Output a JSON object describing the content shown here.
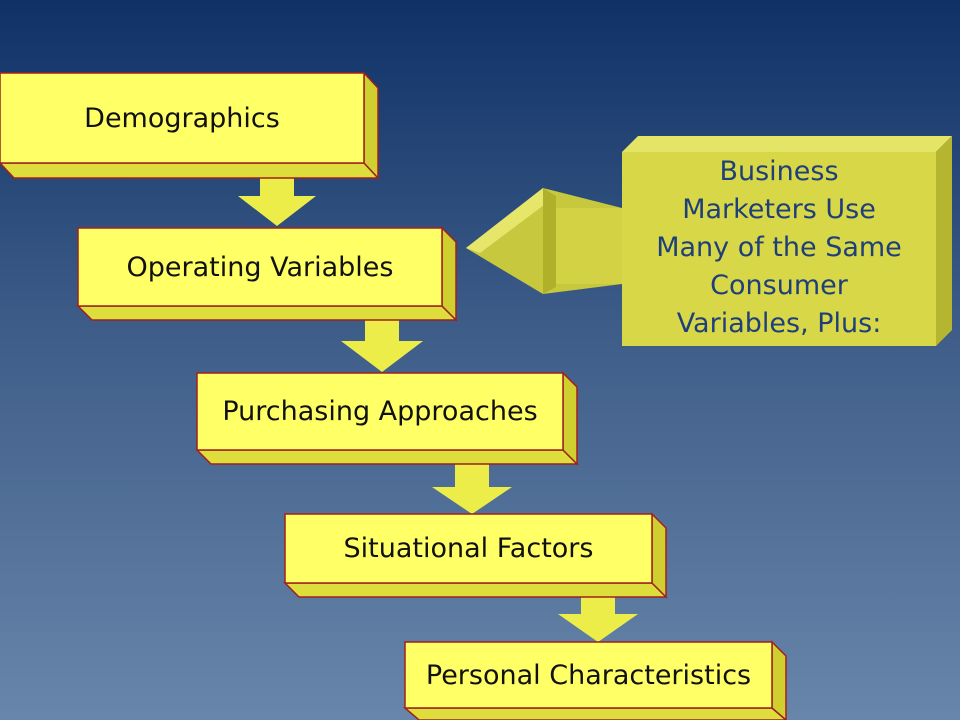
{
  "colors": {
    "box_face": "#ffff66",
    "box_side": "#dddd3c",
    "box_border": "#a02020",
    "arrow": "#eded4a",
    "callout_face": "#d7d748",
    "callout_side": "#b5b530",
    "callout_text": "#1f3f7a"
  },
  "steps": [
    {
      "label": "Demographics"
    },
    {
      "label": "Operating Variables"
    },
    {
      "label": "Purchasing Approaches"
    },
    {
      "label": "Situational Factors"
    },
    {
      "label": "Personal Characteristics"
    }
  ],
  "callout": {
    "lines": [
      "Business",
      "Marketers Use",
      "Many of the Same",
      "Consumer",
      "Variables, Plus:"
    ]
  }
}
